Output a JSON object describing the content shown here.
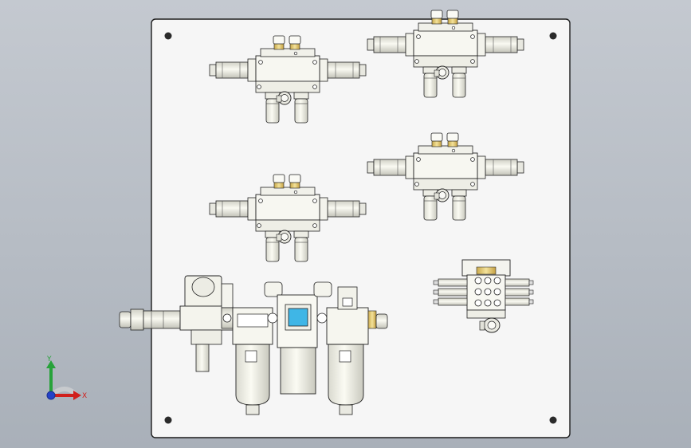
{
  "viewport": {
    "background_top": "#c4c9d0",
    "background_bottom": "#a9b0b9",
    "plate_color": "#f6f6f6"
  },
  "triad": {
    "x_label": "X",
    "y_label": "Y",
    "x_color": "#d0201c",
    "y_color": "#27a23a",
    "z_color": "#2442c8"
  },
  "components": {
    "valve_count": 5,
    "frl_unit": "filter-regulator-lubricator",
    "gauge_color": "#3fb6e6",
    "fitting_color": "#e8d27a"
  }
}
